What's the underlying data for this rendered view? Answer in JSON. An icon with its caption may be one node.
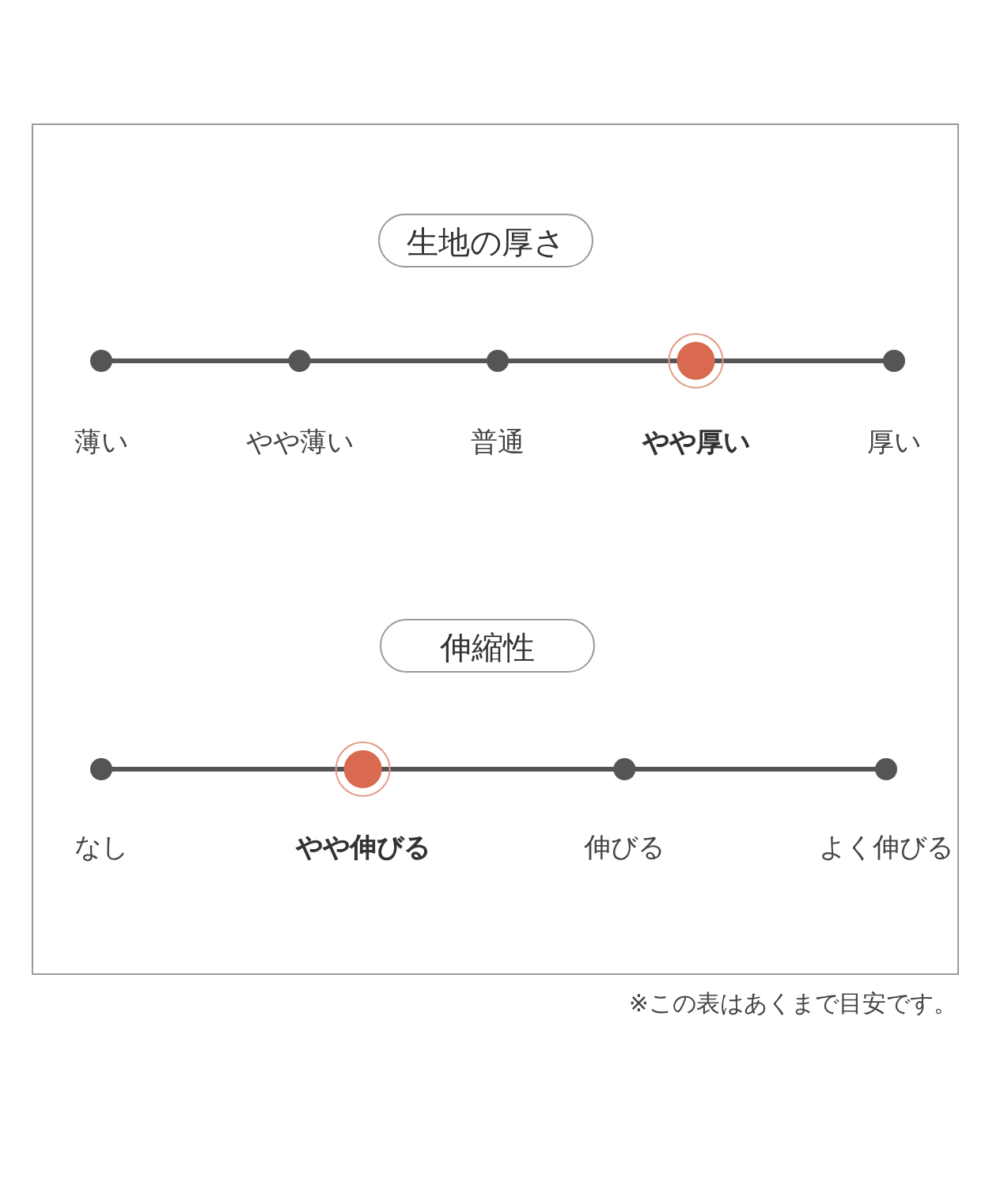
{
  "diagram": {
    "nodes": [
      {
        "text": [
          "生地の厚さ"
        ]
      },
      {
        "text": [
          "伸縮性"
        ]
      }
    ],
    "edges": [],
    "labels": [
      "薄い",
      "やや薄い",
      "普通",
      "**やや厚い**",
      "厚い",
      "なし",
      "**やや伸びる**",
      "伸びる",
      "よく伸びる",
      "※この表はあくまで目安です。"
    ]
  }
}
